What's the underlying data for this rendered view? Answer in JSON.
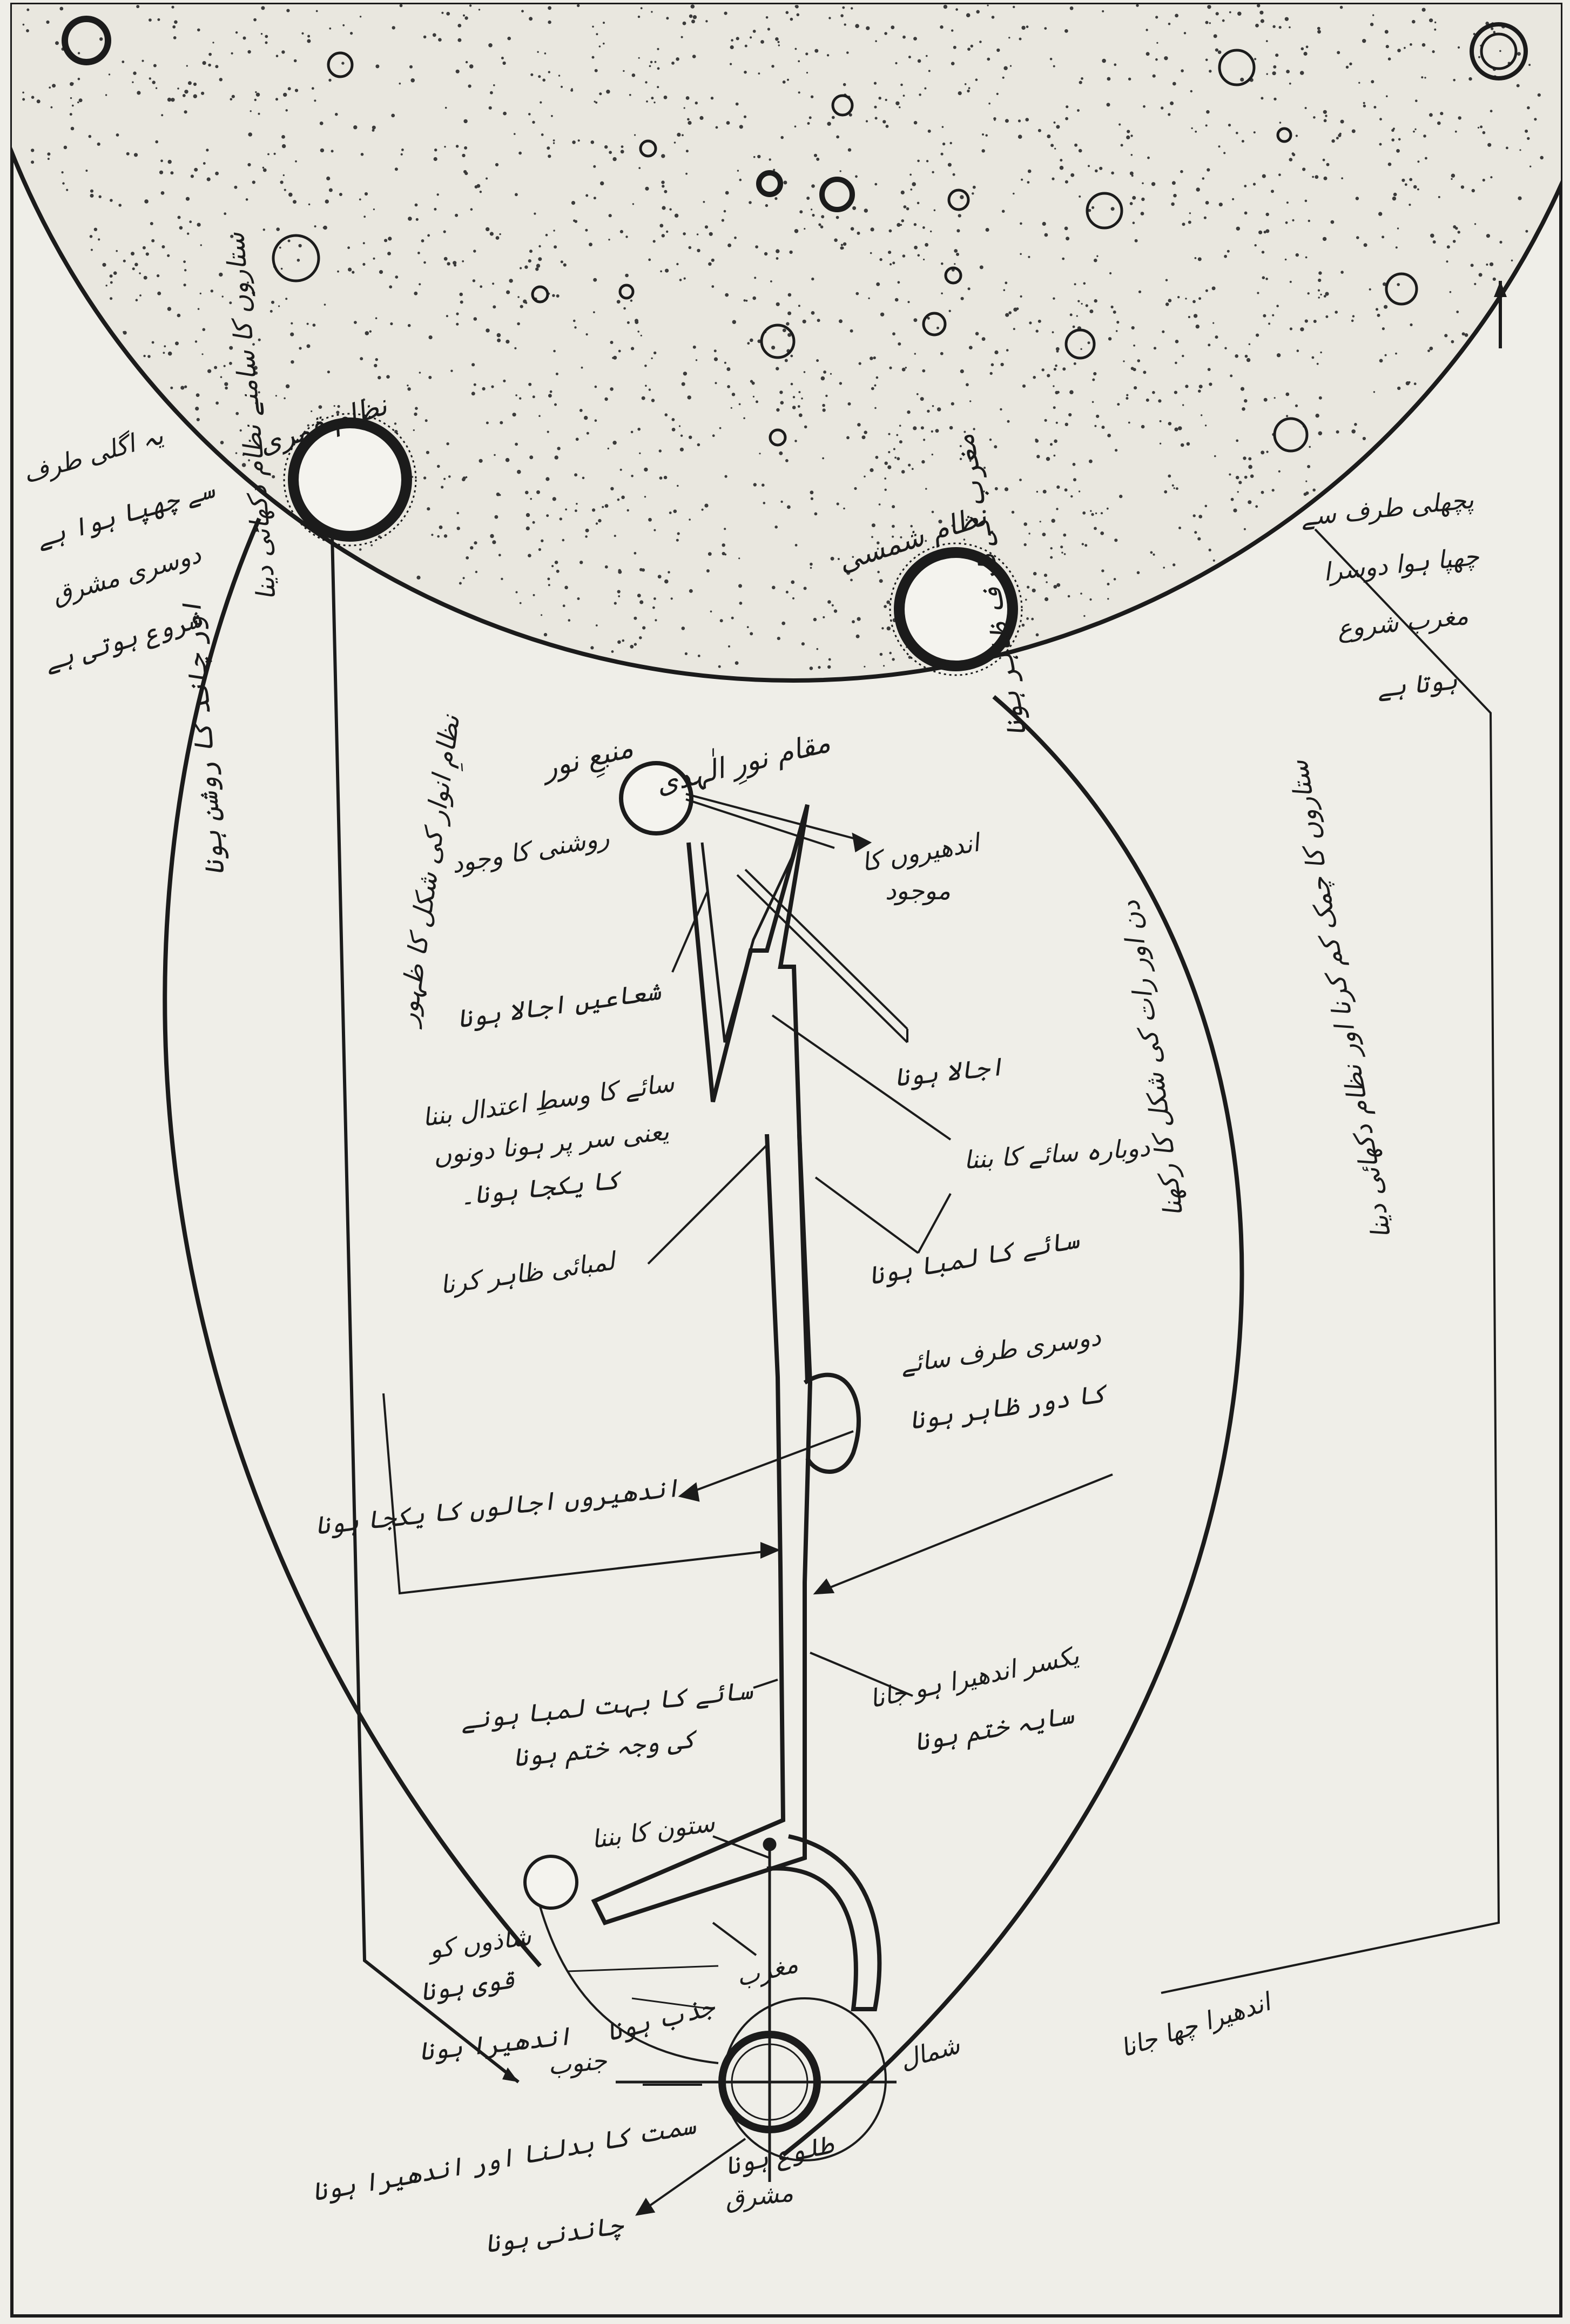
{
  "diagram": {
    "colors": {
      "paper": "#efeee8",
      "ink": "#1b1b1b",
      "sky_fill": "#e7e5dd",
      "dot": "#3a3a3a"
    },
    "bodies": {
      "lunar": "نظام قمری",
      "solar": "نظام شمسی",
      "source": "منبعِ نور",
      "light_place": "مقام نورِ الٰہدی"
    },
    "labels": {
      "roshni_ka_wujood": "روشنی کا وجود",
      "andheron_ka_wujood_1": "اندھیروں کا",
      "andheron_ka_wujood_2": "موجود",
      "shuaaein": "شعاعیں اجالا ہونا",
      "ujala_hona": "اجالا ہونا",
      "saye_ka_wasat_1": "سائے کا وسطِ اعتدال بننا",
      "saye_ka_wasat_2": "یعنی سر پر ہونا دونوں",
      "saye_ka_wasat_3": "کا یکجا ہونا۔",
      "dobara_saye": "دوبارہ سائے کا بننا",
      "lambai_zahir": "لمبائی ظاہر کرنا",
      "saye_ka_lamba": "سائے کا لمبا ہونا",
      "doosri_taraf_1": "دوسری طرف سائے",
      "doosri_taraf_2": "کا دور ظاہر ہونا",
      "andheron_ujalon": "اندھیروں اجالوں کا یکجا ہونا",
      "yaksar_1": "یکسر اندھیرا ہو جانا",
      "yaksar_2": "سایہ ختم ہونا",
      "saye_bahut_1": "سائے کا بہت لمبا ہونے",
      "saye_bahut_2": "کی وجہ ختم ہونا",
      "sutoon": "ستون کا بننا",
      "shadon_1": "شاذوں کو",
      "shadon_2": "قوی ہونا",
      "maghrib": "مغرب",
      "jazb_hona": "جذب ہونا",
      "shamal": "شمال",
      "junub": "جنوب",
      "junub_note": "اندھیرا ہونا",
      "simat": "سمت کا بدلنا اور اندھیرا ہونا",
      "tulu": "طلوع ہونا",
      "mashriq": "مشرق",
      "chandni": "چاندنی ہونا",
      "andhera_chhana": "اندھیرا چھا جانا",
      "left_top_1": "یہ اگلی طرف",
      "left_top_2": "سے چھپا ہوا ہے",
      "left_top_3": "دوسری مشرق",
      "left_top_4": "شروع ہوتی ہے",
      "right_top_1": "پچھلی طرف سے",
      "right_top_2": "چھپا ہوا دوسرا",
      "right_top_3": "مغرب شروع",
      "right_top_4": "ہوتا ہے",
      "left_vert_1": "ستاروں کا سامنے نظام دکھائی دینا",
      "left_vert_2": "اور چاند کا روشن ہونا",
      "mid_vert_1": "نظامِ انوار کی شکل کا ظہور",
      "right_vert_1": "ستاروں کا چمک کم کرنا اور نظام دکھائی دینا",
      "right_vert_2": "مغرب کی طرف ظاہر ہونا",
      "mid_vert_2": "دن اور رات کی شکل کا رکھنا"
    }
  }
}
